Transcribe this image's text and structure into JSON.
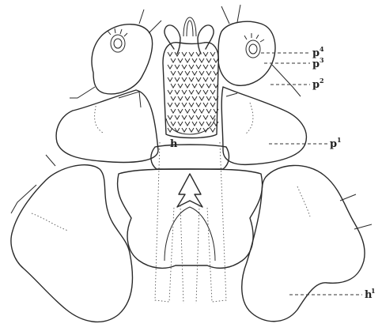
{
  "figure": {
    "labels": {
      "p4": {
        "base": "p",
        "sup": "4"
      },
      "p3": {
        "base": "p",
        "sup": "3"
      },
      "p2": {
        "base": "p",
        "sup": "2"
      },
      "p1": {
        "base": "p",
        "sup": "1"
      },
      "h": {
        "base": "h"
      },
      "h1": {
        "base": "h",
        "sup": "1"
      }
    }
  }
}
